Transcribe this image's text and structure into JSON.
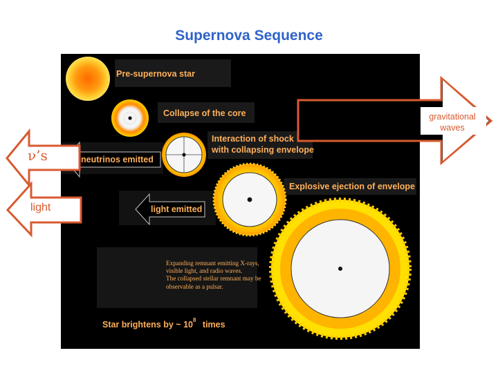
{
  "title": "Supernova Sequence",
  "stages": [
    "Pre-supernova star",
    "Collapse of the core",
    "Interaction of shock",
    "with collapsing envelope",
    "Explosive ejection of envelope"
  ],
  "emissions": {
    "neutrinos": "neutrinos emitted",
    "light": "light emitted"
  },
  "note_lines": [
    "Expanding remnant emitting X-rays,",
    "visible light, and radio waves.",
    "The collapsed stellar remnant may be",
    "observable as a pulsar."
  ],
  "brighten": {
    "prefix": "Star brightens by",
    "approx": "~",
    "base": "10",
    "exponent": "8",
    "suffix": "times"
  },
  "arrows": {
    "neutrinos": "ν’s",
    "light": "light",
    "gravitational": [
      "gravitational",
      "waves"
    ]
  },
  "colors": {
    "title": "#2f63c9",
    "panel_text": "#ffb05a",
    "arrow_outline": "#d85a30",
    "star_core": "#ff7a00",
    "star_glow": "#ffd400"
  }
}
